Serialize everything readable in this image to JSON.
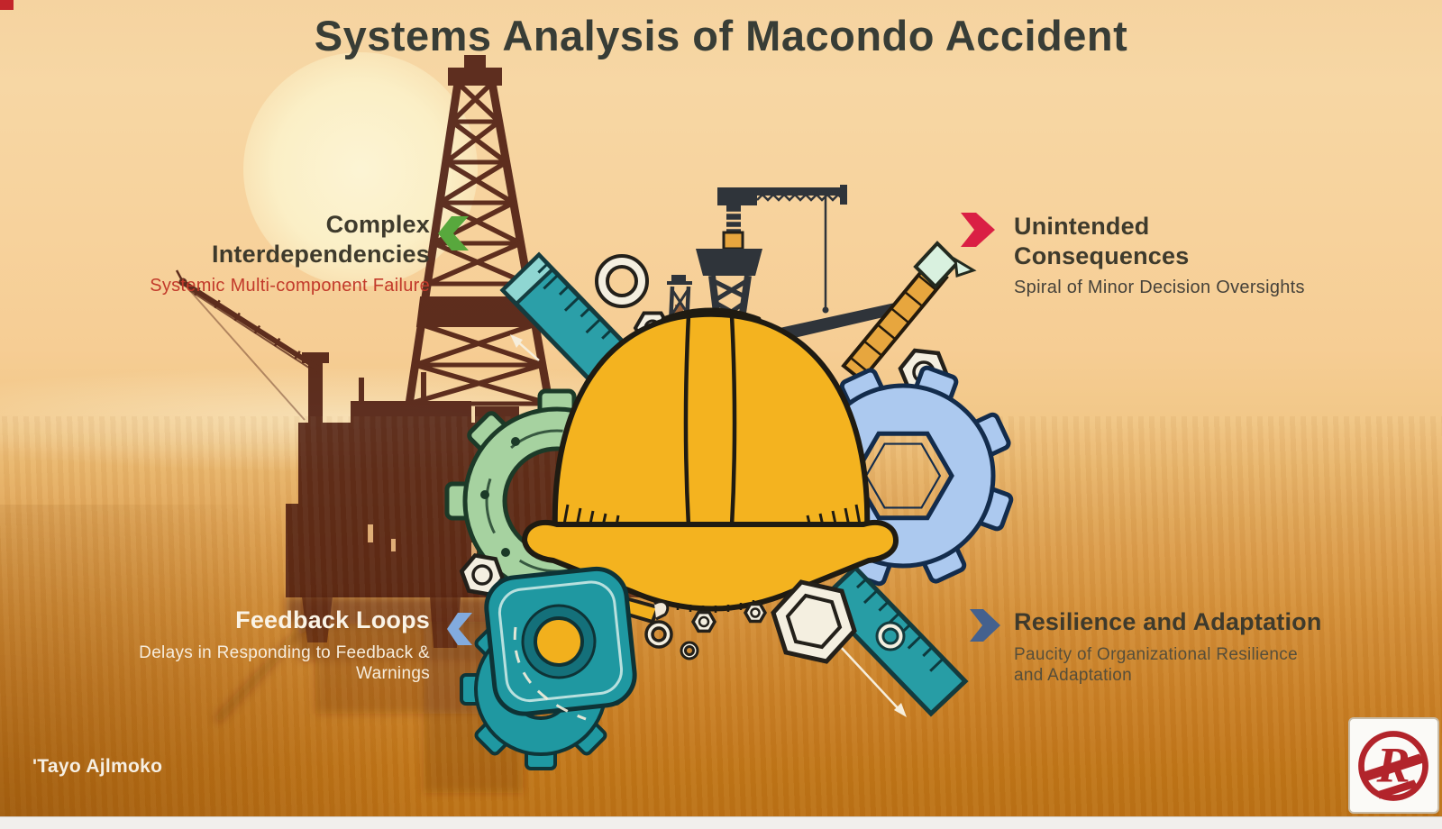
{
  "slide": {
    "title": "Systems Analysis of Macondo Accident",
    "credit": "'Tayo Ajlmoko"
  },
  "sections": [
    {
      "id": "complex-interdependencies",
      "heading_line1": "Complex",
      "heading_line2": "Interdependencies",
      "subtitle_line1": "Systemic Multi-component Failure",
      "subtitle_line2": "",
      "chevron_direction": "left",
      "chevron_color": "#58A83D"
    },
    {
      "id": "unintended-consequences",
      "heading_line1": "Unintended",
      "heading_line2": "Consequences",
      "subtitle_line1": "Spiral of Minor Decision Oversights",
      "subtitle_line2": "",
      "chevron_direction": "right",
      "chevron_color": "#DA1F44"
    },
    {
      "id": "feedback-loops",
      "heading_line1": "Feedback Loops",
      "heading_line2": "",
      "subtitle_line1": "Delays in Responding to Feedback &",
      "subtitle_line2": "Warnings",
      "chevron_direction": "left",
      "chevron_color": "#82ABDE"
    },
    {
      "id": "resilience-and-adaptation",
      "heading_line1": "Resilience and Adaptation",
      "heading_line2": "",
      "subtitle_line1": "Paucity of Organizational Resilience",
      "subtitle_line2": "and Adaptation",
      "chevron_direction": "right",
      "chevron_color": "#44618E"
    }
  ],
  "illustration": {
    "icons": [
      "hard-hat-icon",
      "gear-icon-green",
      "gear-icon-blue",
      "gear-icon-teal",
      "ruler-icon-top-left",
      "ruler-icon-bottom-right",
      "tape-measure-icon",
      "yardstick-icon",
      "tower-crane-icon",
      "hex-nut-icon",
      "washer-ring-icon",
      "oil-rig-silhouette",
      "sun",
      "logo-monogram-icon"
    ]
  },
  "colors": {
    "background_top": "#F6D6A2",
    "background_bottom": "#BA6F16",
    "sun": "#FBF0CA",
    "rig_silhouette": "#4C1B10",
    "title_text": "#383D36",
    "heading_text": "#3E3A2C",
    "subtitle_red": "#C23A2B",
    "subtitle_dark": "#4E4636",
    "text_white": "#F6EEDC",
    "hat_yellow": "#F4B31F",
    "teal": "#1F98A1",
    "gear_green": "#A6D2A0",
    "gear_blue": "#ACC9EF",
    "yardstick_orange": "#E7A63E",
    "crane_dark": "#2F343A",
    "logo_red": "#B2242B"
  }
}
